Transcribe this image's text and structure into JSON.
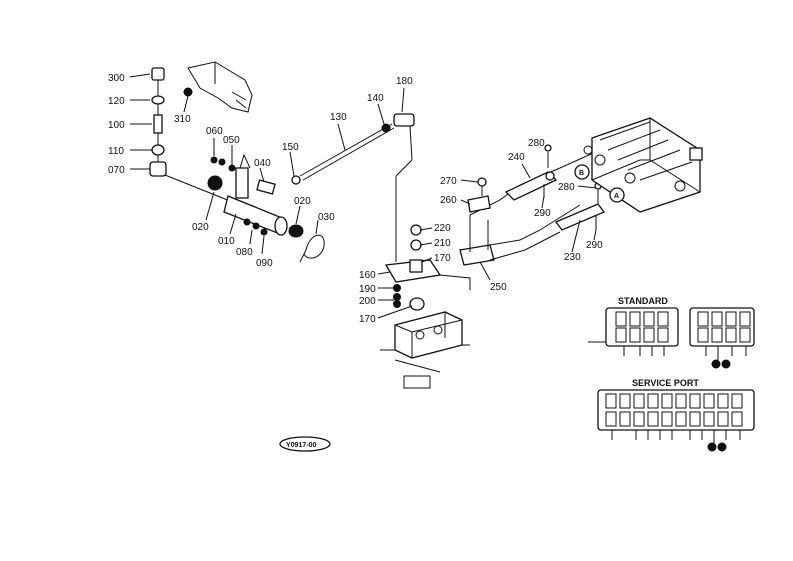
{
  "labels": [
    {
      "id": "300",
      "text": "300"
    },
    {
      "id": "120",
      "text": "120"
    },
    {
      "id": "100",
      "text": "100"
    },
    {
      "id": "110",
      "text": "110"
    },
    {
      "id": "070",
      "text": "070"
    },
    {
      "id": "310",
      "text": "310"
    },
    {
      "id": "060",
      "text": "060"
    },
    {
      "id": "050",
      "text": "050"
    },
    {
      "id": "040",
      "text": "040"
    },
    {
      "id": "150",
      "text": "150"
    },
    {
      "id": "130",
      "text": "130"
    },
    {
      "id": "140",
      "text": "140"
    },
    {
      "id": "180",
      "text": "180"
    },
    {
      "id": "020a",
      "text": "020"
    },
    {
      "id": "020b",
      "text": "020"
    },
    {
      "id": "010",
      "text": "010"
    },
    {
      "id": "080",
      "text": "080"
    },
    {
      "id": "090",
      "text": "090"
    },
    {
      "id": "030",
      "text": "030"
    },
    {
      "id": "270",
      "text": "270"
    },
    {
      "id": "260",
      "text": "260"
    },
    {
      "id": "240",
      "text": "240"
    },
    {
      "id": "280a",
      "text": "280"
    },
    {
      "id": "280b",
      "text": "280"
    },
    {
      "id": "290a",
      "text": "290"
    },
    {
      "id": "290b",
      "text": "290"
    },
    {
      "id": "230",
      "text": "230"
    },
    {
      "id": "220",
      "text": "220"
    },
    {
      "id": "210",
      "text": "210"
    },
    {
      "id": "170a",
      "text": "170"
    },
    {
      "id": "160",
      "text": "160"
    },
    {
      "id": "190",
      "text": "190"
    },
    {
      "id": "200",
      "text": "200"
    },
    {
      "id": "170b",
      "text": "170"
    },
    {
      "id": "250",
      "text": "250"
    }
  ],
  "references": {
    "a": "A",
    "b": "B"
  },
  "insets": {
    "standard_heading": "STANDARD",
    "service_port_heading": "SERVICE PORT"
  },
  "figure_code": "Y0917-00"
}
